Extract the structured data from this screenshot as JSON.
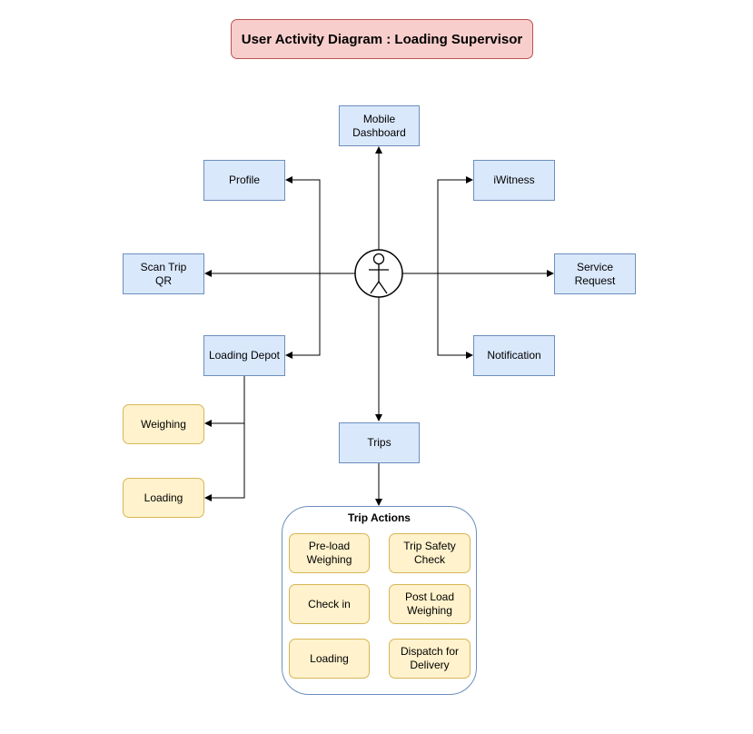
{
  "title": "User Activity Diagram : Loading Supervisor",
  "nodes": {
    "mobile_dashboard": "Mobile\nDashboard",
    "profile": "Profile",
    "iwitness": "iWitness",
    "scan_trip_qr": "Scan Trip\nQR",
    "service_request": "Service Request",
    "loading_depot": "Loading Depot",
    "notification": "Notification",
    "trips": "Trips",
    "weighing": "Weighing",
    "loading": "Loading"
  },
  "trip_actions": {
    "label": "Trip Actions",
    "items": {
      "preload_weighing": "Pre-load\nWeighing",
      "trip_safety_check": "Trip Safety\nCheck",
      "check_in": "Check in",
      "post_load_weighing": "Post Load\nWeighing",
      "loading": "Loading",
      "dispatch_for_delivery": "Dispatch for\nDelivery"
    }
  },
  "colors": {
    "blue_fill": "#dae8fc",
    "blue_stroke": "#6c8ebf",
    "yellow_fill": "#fff2cc",
    "yellow_stroke": "#d6b656",
    "title_fill": "#f8cecc",
    "title_stroke": "#b85450"
  },
  "actor_icon": "stick-figure-icon"
}
